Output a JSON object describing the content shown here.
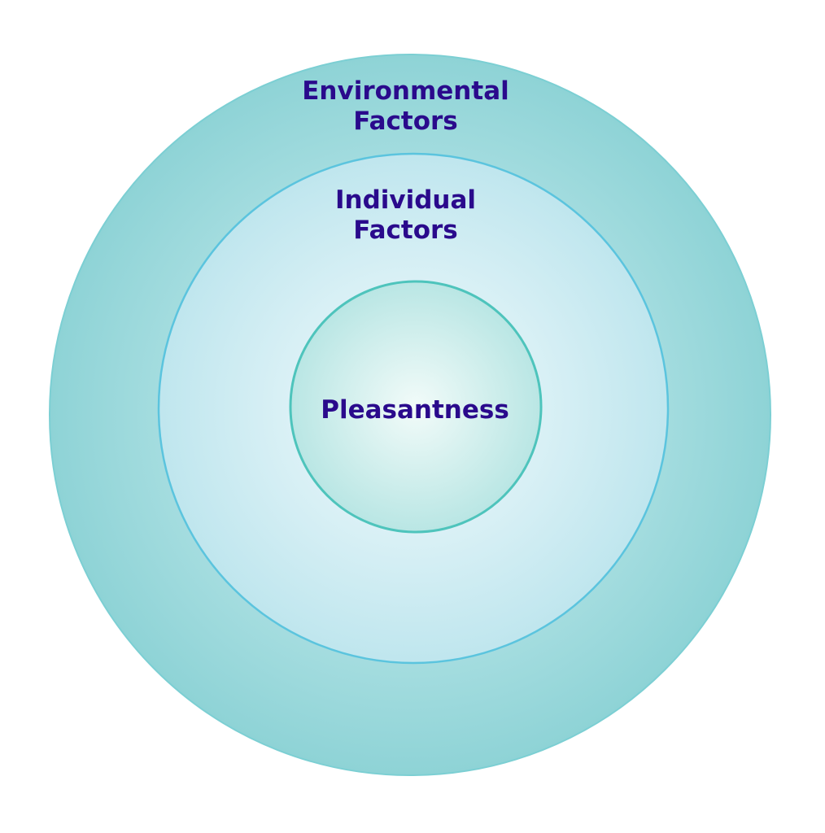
{
  "colors": {
    "outer_fill_center": "#d6f2f4",
    "outer_fill_edge": "#8ed3d6",
    "outer_stroke": "#7ccfd3",
    "middle_fill_center": "#f4fbfd",
    "middle_fill_edge": "#bfe6ee",
    "middle_stroke": "#5bc4de",
    "inner_fill_center": "#f2fbf9",
    "inner_fill_edge": "#b9e6e4",
    "inner_stroke": "#4ec4bc",
    "text": "#2a0a8c"
  },
  "circles": {
    "outer": {
      "line1": "Environmental",
      "line2": "Factors"
    },
    "middle": {
      "line1": "Individual",
      "line2": "Factors"
    },
    "inner": {
      "line1": "Pleasantness"
    }
  }
}
